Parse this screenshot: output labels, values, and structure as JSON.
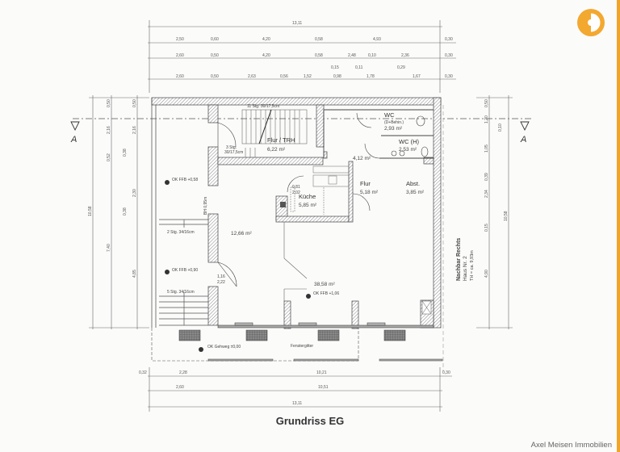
{
  "title": "Grundriss EG",
  "brand": {
    "name": "Axel Meisen Immobilien",
    "accent_color": "#f0a52a",
    "logo_icon": "half-circle-logo"
  },
  "section_marker": "A",
  "dimensions": {
    "top": {
      "total": "13,11",
      "row1": [
        "2,50",
        "0,60",
        "4,20",
        "0,58",
        "4,93",
        "0,30"
      ],
      "row2": [
        "2,60",
        "0,50",
        "4,20",
        "0,58",
        "2,48",
        "0,10",
        "2,36",
        "0,30"
      ],
      "row3": [
        "2,60",
        "0,50",
        "2,63",
        "0,56",
        "1,52",
        "0,98",
        "1,78",
        "1,67",
        "0,30"
      ],
      "row3_offsets": [
        "0,15",
        "0,11",
        "0,29"
      ]
    },
    "bottom": {
      "row1": [
        "0,32",
        "2,28",
        "10,21",
        "0,30"
      ],
      "row2": [
        "2,60",
        "10,51"
      ],
      "total": "13,11"
    },
    "left": {
      "outer": "10,58",
      "middle": [
        "0,50",
        "2,16",
        "0,52",
        "7,40"
      ],
      "inner": [
        "0,50",
        "2,16",
        "0,38",
        "2,30",
        "0,38",
        "4,85"
      ]
    },
    "right": {
      "inner": [
        "0,50",
        "1,20",
        "0,10",
        "1,05",
        "0,39",
        "2,34",
        "0,15",
        "4,90"
      ],
      "outer": "10,58"
    }
  },
  "rooms": [
    {
      "name": "Flur / TRH",
      "area": "6,22 m²"
    },
    {
      "name": "WC",
      "sub": "(D+Behin.)",
      "area": "2,93 m²"
    },
    {
      "name": "WC (H)",
      "area": "2,53 m²"
    },
    {
      "name": "",
      "area": "4,12 m²"
    },
    {
      "name": "Küche",
      "area": "5,85 m²"
    },
    {
      "name": "Flur",
      "area": "5,18 m²"
    },
    {
      "name": "Abst.",
      "area": "3,85 m²"
    },
    {
      "name": "",
      "area": "12,66 m²"
    },
    {
      "name": "",
      "area": "38,58 m²"
    }
  ],
  "annotations": {
    "stairs_top": "11 Stg. 30/17,5cm",
    "stairs_small_1": "3 Stg.",
    "stairs_small_2": "30/17,5cm",
    "stairs_left_1": "2 Stg. 34/16cm",
    "stairs_left_2": "5 Stg. 34/16cm",
    "level_1": "OK FFB  +0,58",
    "level_2": "OK FFB  +0,90",
    "level_3": "OK FFB  +1,06",
    "level_street": "OK Gehweg  ±0,00",
    "door_1_w": "0,81",
    "door_1_h": "2,02",
    "door_2_w": "1,16",
    "door_2_h": "2,22",
    "window_bh": "BH 0,95m",
    "fenstergitter": "Fenstergitter",
    "neighbor_1": "Nachbar Rechts",
    "neighbor_2": "Haus Nr. 2",
    "neighbor_3": "TH = ca. 9,93m"
  }
}
